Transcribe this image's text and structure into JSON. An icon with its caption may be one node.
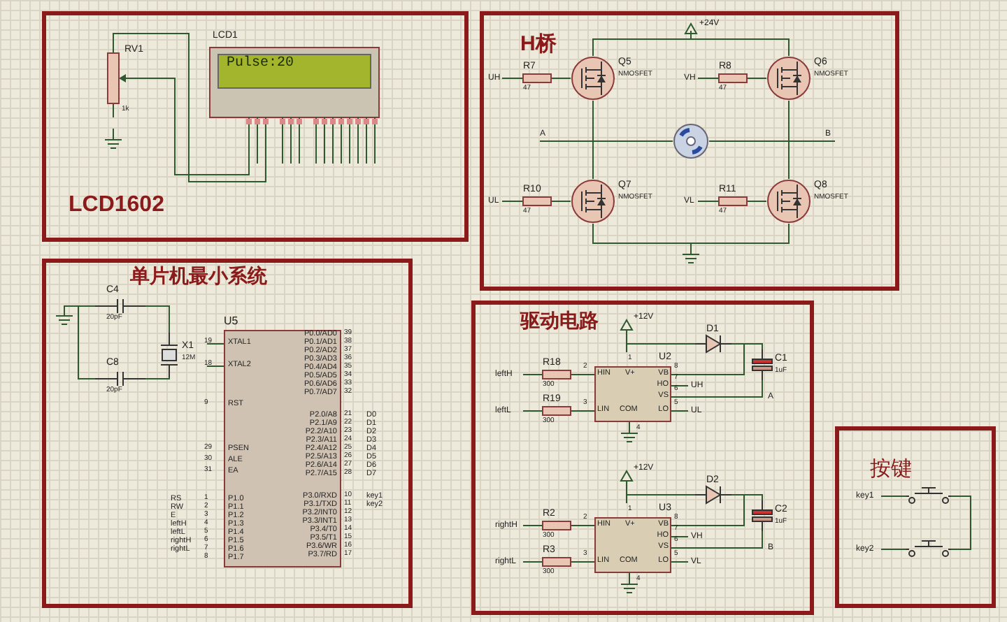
{
  "diagram": {
    "nodes": [
      {
        "text": [
          "LCD1602"
        ]
      },
      {
        "text": [
          "LCD1",
          "Pulse:20"
        ],
        "in": 0
      },
      {
        "text": [
          "RV1",
          "1k"
        ],
        "in": 0
      },
      {
        "text": [
          "H桥"
        ]
      },
      {
        "text": [
          "Q5",
          "NMOSFET"
        ],
        "in": 3
      },
      {
        "text": [
          "Q6",
          "NMOSFET"
        ],
        "in": 3
      },
      {
        "text": [
          "Q7",
          "NMOSFET"
        ],
        "in": 3
      },
      {
        "text": [
          "Q8",
          "NMOSFET"
        ],
        "in": 3
      },
      {
        "text": [
          "R7",
          "47"
        ],
        "beside": [
          "UH"
        ],
        "in": 3
      },
      {
        "text": [
          "R8",
          "47"
        ],
        "beside": [
          "VH"
        ],
        "in": 3
      },
      {
        "text": [
          "R10",
          "47"
        ],
        "beside": [
          "UL"
        ],
        "in": 3
      },
      {
        "text": [
          "R11",
          "47"
        ],
        "beside": [
          "VL"
        ],
        "in": 3
      },
      {
        "text": [],
        "shape": "circle",
        "in": 3
      },
      {
        "text": [
          "单片机最小系统"
        ]
      },
      {
        "text": [
          "C4",
          "20pF"
        ],
        "in": 13
      },
      {
        "text": [
          "X1",
          "12M"
        ],
        "in": 13
      },
      {
        "text": [
          "C8",
          "20pF"
        ],
        "in": 13
      },
      {
        "text": [
          "U5",
          "XTAL1",
          "XTAL2",
          "RST",
          "PSEN",
          "ALE",
          "EA",
          "P1.0",
          "P1.1",
          "P1.2",
          "P1.3",
          "P1.4",
          "P1.5",
          "P1.6",
          "P1.7",
          "P0.0/AD0",
          "P0.1/AD1",
          "P0.2/AD2",
          "P0.3/AD3",
          "P0.4/AD4",
          "P0.5/AD5",
          "P0.6/AD6",
          "P0.7/AD7",
          "P2.0/A8",
          "P2.1/A9",
          "P2.2/A10",
          "P2.3/A11",
          "P2.4/A12",
          "P2.5/A13",
          "P2.6/A14",
          "P2.7/A15",
          "P3.0/RXD",
          "P3.1/TXD",
          "P3.2/INT0",
          "P3.3/INT1",
          "P3.4/T0",
          "P3.5/T1",
          "P3.6/WR",
          "P3.7/RD"
        ],
        "beside": [
          "19",
          "18",
          "9",
          "29",
          "30",
          "31",
          "1",
          "2",
          "3",
          "4",
          "5",
          "6",
          "7",
          "8",
          "39",
          "38",
          "37",
          "36",
          "35",
          "34",
          "33",
          "32",
          "21",
          "22",
          "23",
          "24",
          "25",
          "26",
          "27",
          "28",
          "10",
          "11",
          "12",
          "13",
          "14",
          "15",
          "16",
          "17"
        ],
        "in": 13
      },
      {
        "text": [
          "驱动电路"
        ]
      },
      {
        "text": [
          "U2",
          "HIN",
          "V+",
          "VB",
          "HO",
          "VS",
          "LIN",
          "COM",
          "LO"
        ],
        "beside": [
          "2",
          "1",
          "8",
          "7",
          "6",
          "3",
          "4",
          "5",
          "UH",
          "UL"
        ],
        "in": 18
      },
      {
        "text": [
          "R18",
          "300"
        ],
        "beside": [
          "leftH"
        ],
        "in": 18
      },
      {
        "text": [
          "R19",
          "300"
        ],
        "beside": [
          "leftL"
        ],
        "in": 18
      },
      {
        "text": [
          "D1"
        ],
        "in": 18
      },
      {
        "text": [
          "C1",
          "1uF"
        ],
        "in": 18
      },
      {
        "text": [
          "U3",
          "HIN",
          "V+",
          "VB",
          "HO",
          "VS",
          "LIN",
          "COM",
          "LO"
        ],
        "beside": [
          "2",
          "1",
          "8",
          "7",
          "6",
          "3",
          "4",
          "5",
          "VH",
          "VL"
        ],
        "in": 18
      },
      {
        "text": [
          "R2",
          "300"
        ],
        "beside": [
          "rightH"
        ],
        "in": 18
      },
      {
        "text": [
          "R3",
          "300"
        ],
        "beside": [
          "rightL"
        ],
        "in": 18
      },
      {
        "text": [
          "D2"
        ],
        "in": 18
      },
      {
        "text": [
          "C2",
          "1uF"
        ],
        "in": 18
      },
      {
        "text": [
          "按键"
        ]
      },
      {
        "text": [],
        "shape": "picture",
        "beside": [
          "key1"
        ],
        "in": 29
      },
      {
        "text": [],
        "shape": "picture",
        "beside": [
          "key2"
        ],
        "in": 29
      }
    ],
    "edges": [
      {
        "from": 2,
        "to": 1,
        "arrow": "none"
      },
      {
        "from": 2,
        "to": 1,
        "arrow": "none"
      },
      {
        "from": 8,
        "to": 4,
        "arrow": "none"
      },
      {
        "from": 9,
        "to": 5,
        "arrow": "none"
      },
      {
        "from": 10,
        "to": 6,
        "arrow": "none"
      },
      {
        "from": 11,
        "to": 7,
        "arrow": "none"
      },
      {
        "from": 4,
        "to": 6,
        "arrow": "none"
      },
      {
        "from": 5,
        "to": 7,
        "arrow": "none"
      },
      {
        "from": 4,
        "to": 5,
        "arrow": "none"
      },
      {
        "from": 6,
        "to": 7,
        "arrow": "none"
      },
      {
        "from": 12,
        "to": 6,
        "arrow": "none"
      },
      {
        "from": 12,
        "to": 7,
        "arrow": "none"
      },
      {
        "from": 14,
        "to": 15,
        "arrow": "none"
      },
      {
        "from": 16,
        "to": 15,
        "arrow": "none"
      },
      {
        "from": 15,
        "to": 17,
        "arrow": "none"
      },
      {
        "from": 15,
        "to": 17,
        "arrow": "none"
      },
      {
        "from": 14,
        "to": 16,
        "arrow": "none"
      },
      {
        "from": 20,
        "to": 19,
        "arrow": "none"
      },
      {
        "from": 21,
        "to": 19,
        "arrow": "none"
      },
      {
        "from": 19,
        "to": 22,
        "arrow": "none"
      },
      {
        "from": 22,
        "to": 23,
        "arrow": "none"
      },
      {
        "from": 19,
        "to": 23,
        "arrow": "none"
      },
      {
        "from": 19,
        "to": 23,
        "arrow": "none"
      },
      {
        "from": 25,
        "to": 24,
        "arrow": "none"
      },
      {
        "from": 26,
        "to": 24,
        "arrow": "none"
      },
      {
        "from": 24,
        "to": 27,
        "arrow": "none"
      },
      {
        "from": 27,
        "to": 28,
        "arrow": "none"
      },
      {
        "from": 24,
        "to": 28,
        "arrow": "none"
      },
      {
        "from": 24,
        "to": 28,
        "arrow": "none"
      },
      {
        "from": 30,
        "to": 31,
        "arrow": "none"
      }
    ],
    "labels": [
      "+24V",
      "A",
      "B",
      "D0",
      "D1",
      "D2",
      "D3",
      "D4",
      "D5",
      "D6",
      "D7",
      "key1",
      "key2",
      "RS",
      "RW",
      "E",
      "leftH",
      "leftL",
      "rightH",
      "rightL",
      "+12V",
      "A",
      "+12V",
      "B"
    ]
  }
}
